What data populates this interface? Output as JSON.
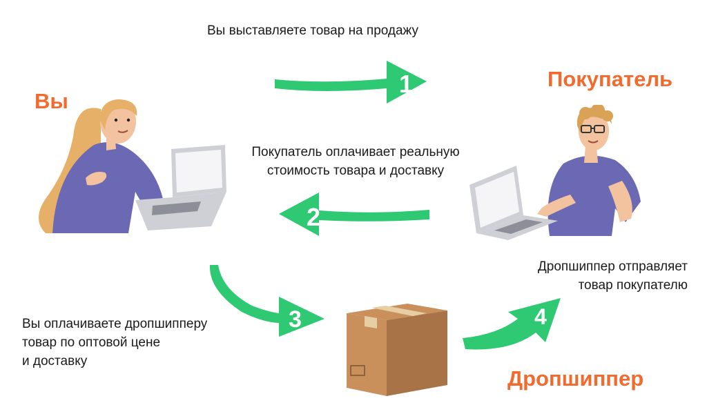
{
  "colors": {
    "accent": "#f26a2e",
    "arrow": "#2ec972",
    "skin": "#f3c29f",
    "shirt": "#6c69b4",
    "hair_woman": "#e7b069",
    "hair_man": "#d9a257",
    "laptop": "#cfd0d6",
    "box": "#c9905c",
    "box_side": "#a87447",
    "tape": "#e8cfa3"
  },
  "roles": {
    "you": "Вы",
    "buyer": "Покупатель",
    "dropshipper": "Дропшиппер"
  },
  "steps": [
    {
      "number": "1",
      "text_lines": [
        "Вы выставляете товар на продажу"
      ]
    },
    {
      "number": "2",
      "text_lines": [
        "Покупатель оплачивает реальную",
        "стоимость товара и доставку"
      ]
    },
    {
      "number": "3",
      "text_lines": [
        "Вы оплачиваете дропшипперу",
        "товар по оптовой цене",
        "и доставку"
      ]
    },
    {
      "number": "4",
      "text_lines": [
        "Дропшиппер отправляет",
        "товар покупателю"
      ]
    }
  ],
  "illustrations": {
    "you": "woman-with-laptop",
    "buyer": "man-with-laptop",
    "dropshipper": "cardboard-box"
  }
}
